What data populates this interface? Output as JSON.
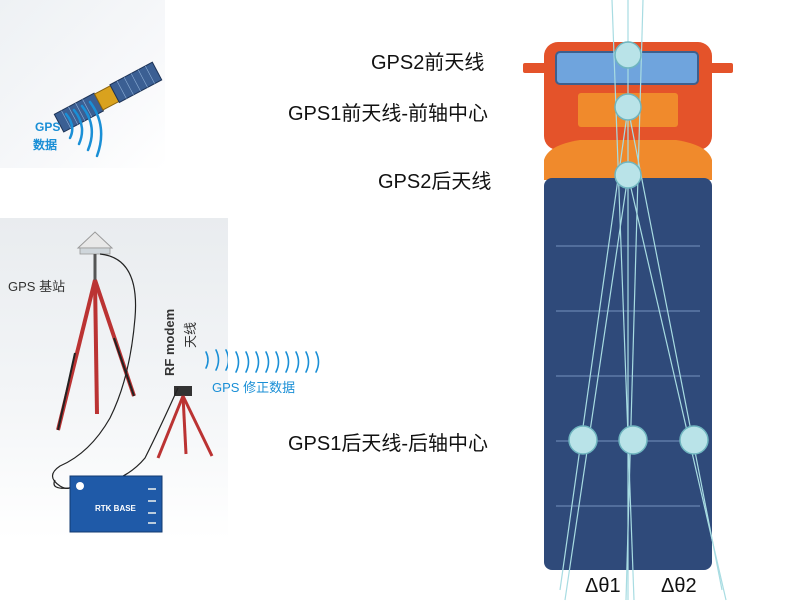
{
  "labels": {
    "gps2_front": "GPS2前天线",
    "gps1_front": "GPS1前天线-前轴中心",
    "gps2_rear": "GPS2后天线",
    "gps1_rear": "GPS1后天线-后轴中心",
    "delta1": "Δθ1",
    "delta2": "Δθ2"
  },
  "satellite_panel": {
    "gps_label": "GPS",
    "data_label": "数据"
  },
  "base_panel": {
    "base_station_label": "GPS 基站",
    "rf_modem_label": "RF modem",
    "antenna_label": "天线",
    "correction_label": "GPS 修正数据",
    "rtk_base_label": "RTK BASE"
  },
  "colors": {
    "truck_body": "#2f4a7a",
    "truck_cab": "#e4532a",
    "truck_hood": "#f08a2c",
    "antenna_fill": "#b9e3e8",
    "accent_blue": "#1a8fd6"
  }
}
